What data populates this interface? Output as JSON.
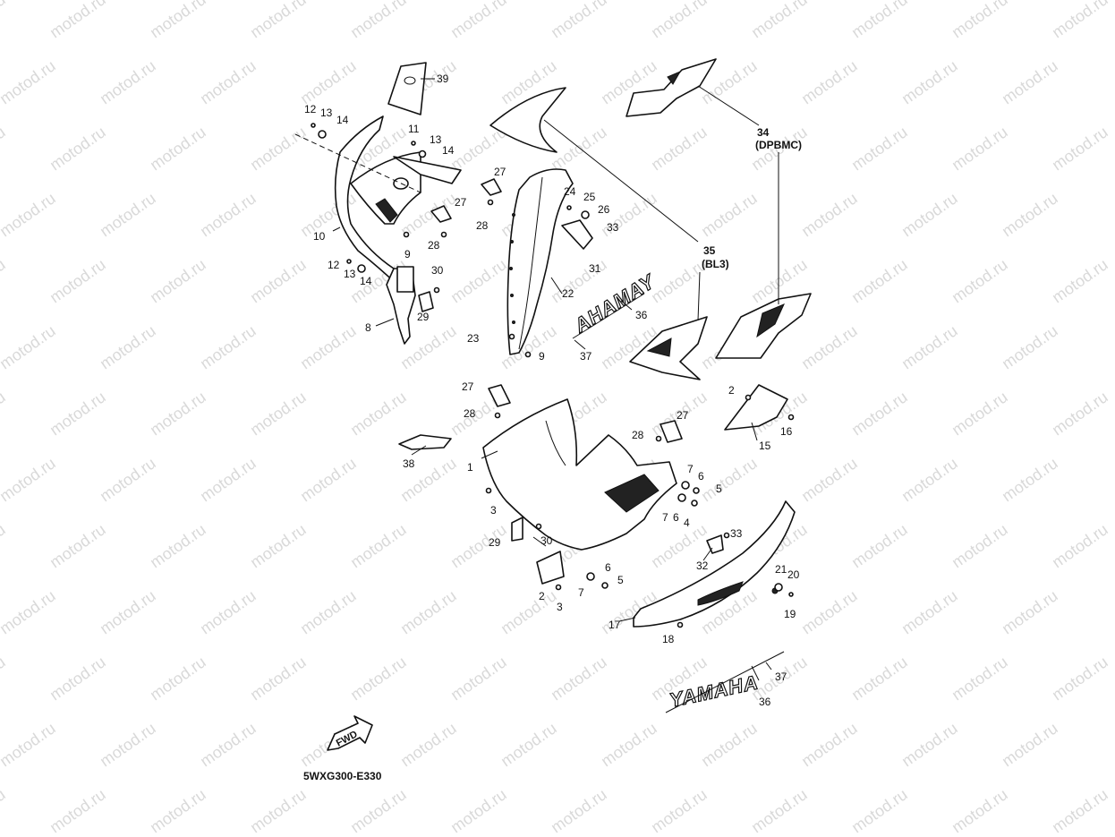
{
  "watermark": "motod.ru",
  "diagram_code": "5WXG300-E330",
  "decal_text": {
    "yamaha_upper": "AHAMAY",
    "yamaha_lower": "YAMAHA",
    "fwd": "FWD"
  },
  "callouts": {
    "c1": "1",
    "c2a": "2",
    "c2b": "2",
    "c3a": "3",
    "c3b": "3",
    "c4": "4",
    "c5a": "5",
    "c5b": "5",
    "c6a": "6",
    "c6b": "6",
    "c6c": "6",
    "c7a": "7",
    "c7b": "7",
    "c7c": "7",
    "c8": "8",
    "c9a": "9",
    "c9b": "9",
    "c10": "10",
    "c11": "11",
    "c12a": "12",
    "c12b": "12",
    "c13a": "13",
    "c13b": "13",
    "c13c": "13",
    "c14a": "14",
    "c14b": "14",
    "c14c": "14",
    "c15": "15",
    "c16": "16",
    "c17": "17",
    "c18": "18",
    "c19": "19",
    "c20": "20",
    "c21": "21",
    "c22": "22",
    "c23": "23",
    "c24": "24",
    "c25": "25",
    "c26": "26",
    "c27a": "27",
    "c27b": "27",
    "c27c": "27",
    "c27d": "27",
    "c28a": "28",
    "c28b": "28",
    "c28c": "28",
    "c28d": "28",
    "c29a": "29",
    "c29b": "29",
    "c30a": "30",
    "c30b": "30",
    "c31": "31",
    "c32": "32",
    "c33a": "33",
    "c33b": "33",
    "c34": "34",
    "c34sub": "(DPBMC)",
    "c35": "35",
    "c35sub": "(BL3)",
    "c36a": "36",
    "c36b": "36",
    "c37a": "37",
    "c37b": "37",
    "c38": "38",
    "c39": "39"
  }
}
